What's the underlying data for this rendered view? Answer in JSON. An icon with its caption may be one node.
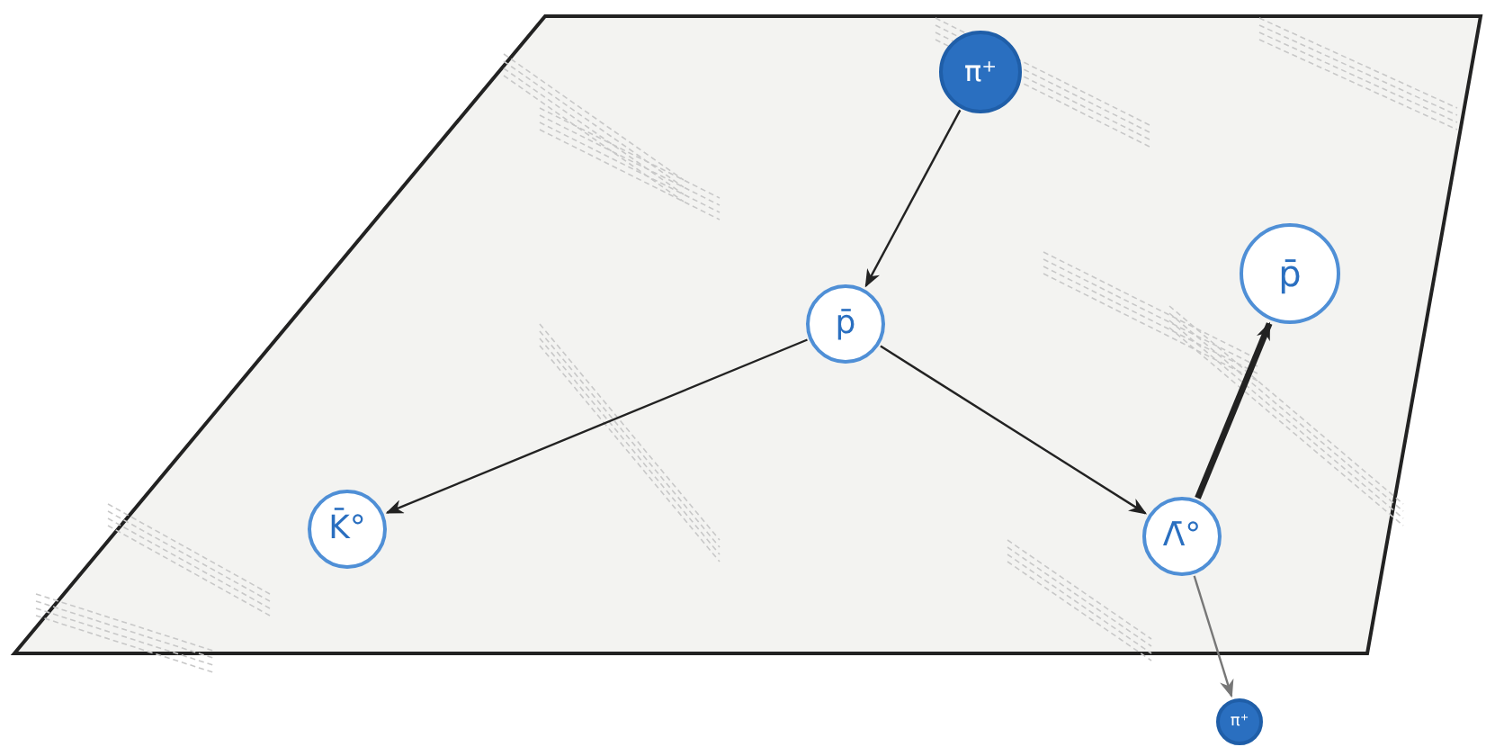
{
  "diagram": {
    "nodes": [
      {
        "text": [
          "π⁺"
        ]
      },
      {
        "text": [
          "p̄"
        ]
      },
      {
        "text": [
          "K̄°"
        ]
      },
      {
        "text": [
          "Λ̄°"
        ]
      },
      {
        "text": [
          "p̄"
        ]
      },
      {
        "text": [
          "π⁺"
        ]
      }
    ],
    "edges": [
      {
        "from": 0,
        "to": 1,
        "arrow": "to"
      },
      {
        "from": 1,
        "to": 2,
        "arrow": "to"
      },
      {
        "from": 1,
        "to": 3,
        "arrow": "to"
      },
      {
        "from": 3,
        "to": 4,
        "arrow": "to",
        "style": "thick"
      },
      {
        "from": 3,
        "to": 5,
        "arrow": "to",
        "color": "#777777"
      }
    ]
  }
}
